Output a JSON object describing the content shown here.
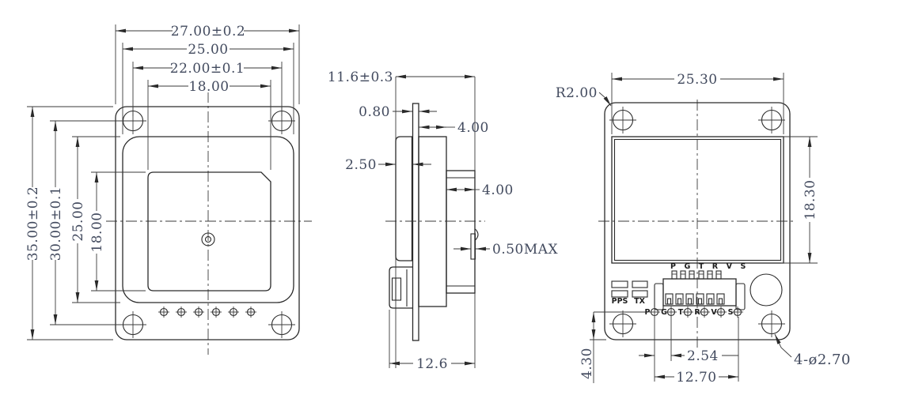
{
  "drawing": {
    "front_view": {
      "dims_top": {
        "d27": "27.00±0.2",
        "d25": "25.00",
        "d22": "22.00±0.1",
        "d18": "18.00"
      },
      "dims_left": {
        "d35": "35.00±0.2",
        "d30": "30.00±0.1",
        "d25": "25.00",
        "d18": "18.00"
      }
    },
    "side_view": {
      "d116": "11.6±0.3",
      "d080": "0.80",
      "d400a": "4.00",
      "d250": "2.50",
      "d400b": "4.00",
      "d050": "0.50MAX",
      "d126": "12.6"
    },
    "back_view": {
      "d2530": "25.30",
      "r200": "R2.00",
      "d1830": "18.30",
      "d430": "4.30",
      "d254": "2.54",
      "d1270": "12.70",
      "holes_callout": "4-ø2.70",
      "pin_header_labels": "P G T R V S",
      "led1": "PPS",
      "led2": "TX",
      "pin_row": [
        "P",
        "G",
        "T",
        "R",
        "V",
        "S"
      ]
    }
  }
}
